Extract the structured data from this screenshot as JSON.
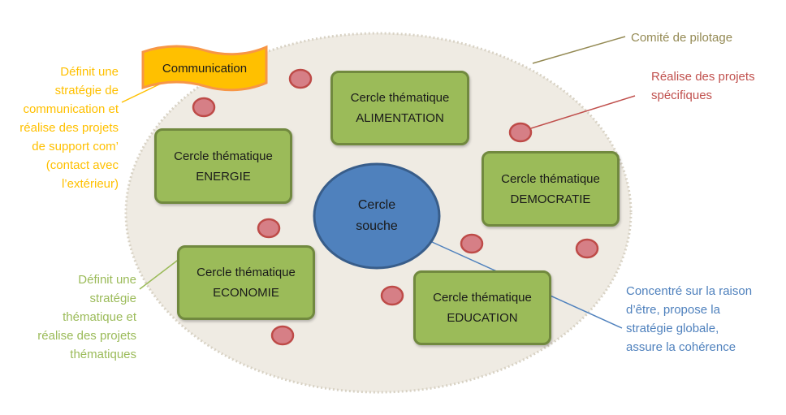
{
  "colors": {
    "board_fill": "#efebe3",
    "board_border": "#d8d2c4",
    "circle_fill": "#d67f86",
    "circle_border": "#be4b48",
    "box_fill": "#9bbb59",
    "box_border": "#71893f",
    "core_fill": "#4f81bd",
    "core_border": "#385d8a",
    "banner_fill": "#ffc000",
    "banner_border": "#f79646",
    "note_yellow": "#ffc000",
    "note_green": "#9bbb59",
    "note_red": "#c0504d",
    "note_blue": "#4f81bd",
    "note_olive": "#948a54"
  },
  "banner": {
    "label": "Communication"
  },
  "core": {
    "lines": [
      "Cercle",
      "souche"
    ]
  },
  "boxes": {
    "alimentation": {
      "line1": "Cercle thématique",
      "line2": "ALIMENTATION"
    },
    "energie": {
      "line1": "Cercle thématique",
      "line2": "ENERGIE"
    },
    "democratie": {
      "line1": "Cercle thématique",
      "line2": "DEMOCRATIE"
    },
    "economie": {
      "line1": "Cercle thématique",
      "line2": "ECONOMIE"
    },
    "education": {
      "line1": "Cercle thématique",
      "line2": "EDUCATION"
    }
  },
  "notes": {
    "communication": [
      "Définit une",
      "stratégie de",
      "communication et",
      "réalise des projets",
      "de support com’",
      "(contact avec",
      "l’extérieur)"
    ],
    "thematique": [
      "Définit une",
      "stratégie",
      "thématique et",
      "réalise des projets",
      "thématiques"
    ],
    "pilotage": [
      "Comité de pilotage"
    ],
    "projets": [
      "Réalise des projets",
      "spécifiques"
    ],
    "souche": [
      "Concentré sur la raison",
      "d’être, propose la",
      "stratégie globale,",
      "assure la cohérence"
    ]
  }
}
